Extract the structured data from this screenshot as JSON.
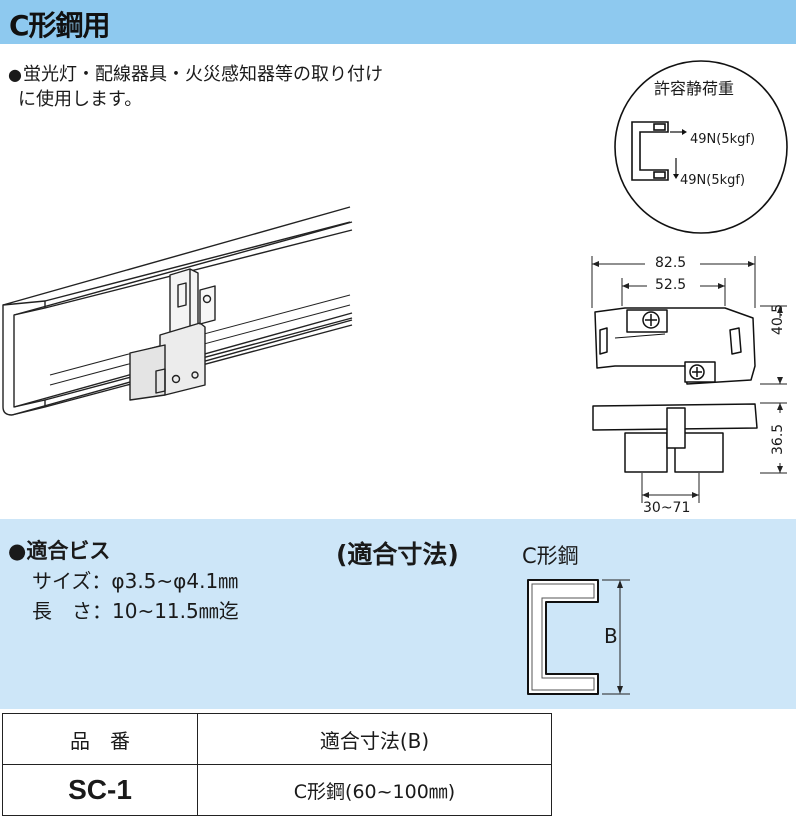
{
  "header": {
    "title": "C形鋼用"
  },
  "feature": {
    "bullet": "●",
    "line1": "蛍光灯・配線器具・火災感知器等の取り付け",
    "line2": "に使用します。"
  },
  "load": {
    "title": "許容静荷重",
    "horizontal": "49N(5kgf)",
    "vertical": "49N(5kgf)"
  },
  "dimensions": {
    "overall_width": "82.5",
    "inner_width": "52.5",
    "height": "40.5",
    "depth": "36.5",
    "range": "30~71"
  },
  "spec": {
    "title": "●適合ビス",
    "size_label": "サイズ：",
    "size_value": "φ3.5~φ4.1㎜",
    "length_label": "長　さ：",
    "length_value": "10~11.5㎜迄"
  },
  "fit": {
    "title": "(適合寸法)",
    "type_label": "C形鋼",
    "dim_label": "B"
  },
  "table": {
    "headers": [
      "品　番",
      "適合寸法(B)"
    ],
    "rows": [
      {
        "model": "SC-1",
        "size": "C形鋼(60~100㎜)"
      }
    ]
  },
  "colors": {
    "header_bg": "#8ec9ef",
    "spec_bg": "#cde6f8"
  }
}
